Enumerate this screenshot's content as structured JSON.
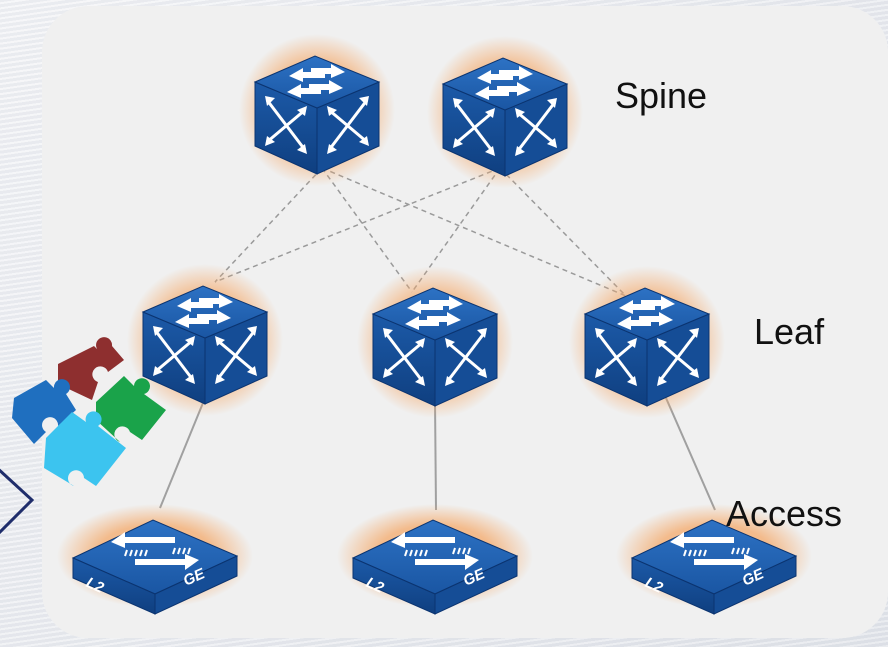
{
  "labels": {
    "spine": "Spine",
    "leaf": "Leaf",
    "access": "Access"
  },
  "device_icons": {
    "spine_switch": "core-switch-icon",
    "leaf_switch": "core-switch-icon",
    "access_switch": "l2-access-switch-icon"
  },
  "access_switch_text": {
    "left": "L2",
    "right": "GE"
  },
  "puzzle_icon": "puzzle-pieces-icon",
  "colors": {
    "switch_blue": "#1d5ba8",
    "switch_blue_dark": "#0f3f80",
    "glow": "#f4a96a",
    "link_dashed": "#9a9a9a",
    "link_solid": "#a0a0a0",
    "puzzle_red": "#8e2f2f",
    "puzzle_blue": "#1f6fbf",
    "puzzle_green": "#1aa34a",
    "puzzle_cyan": "#3cc4ef",
    "chevron": "#1f2d6b"
  }
}
